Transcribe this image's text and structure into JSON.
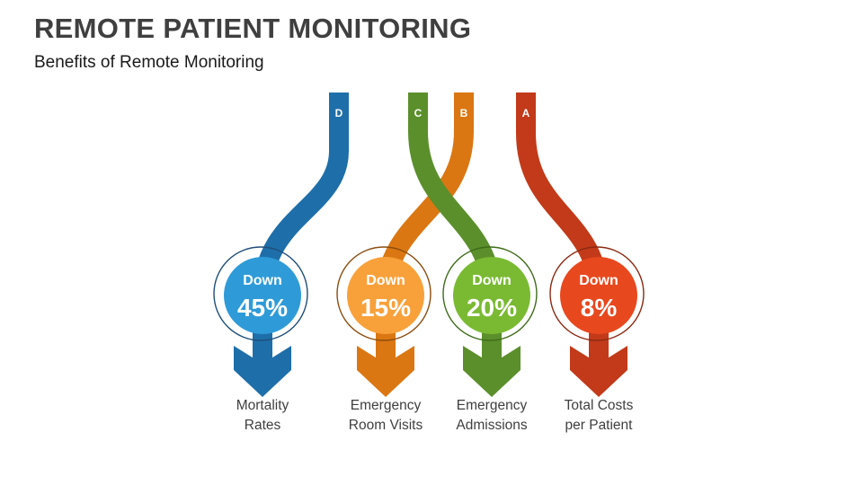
{
  "slide": {
    "title": "REMOTE PATIENT MONITORING",
    "subtitle": "Benefits of Remote Monitoring",
    "title_color": "#3F3F3F",
    "background": "#FFFFFF"
  },
  "items": [
    {
      "letter": "D",
      "down_word": "Down",
      "percent": "45%",
      "label": "Mortality\nRates",
      "band_color": "#1E6FA9",
      "circle_color": "#2E9BD8",
      "ring_color": "#1F4E79"
    },
    {
      "letter": "B",
      "down_word": "Down",
      "percent": "15%",
      "label": "Emergency\nRoom Visits",
      "band_color": "#DB7712",
      "circle_color": "#F8A13B",
      "ring_color": "#8C4D0F"
    },
    {
      "letter": "C",
      "down_word": "Down",
      "percent": "20%",
      "label": "Emergency\nAdmissions",
      "band_color": "#5B8F2B",
      "circle_color": "#7ABA33",
      "ring_color": "#3F6C1A"
    },
    {
      "letter": "A",
      "down_word": "Down",
      "percent": "8%",
      "label": "Total Costs\nper Patient",
      "band_color": "#C23A19",
      "circle_color": "#E8481E",
      "ring_color": "#8C2912"
    }
  ]
}
